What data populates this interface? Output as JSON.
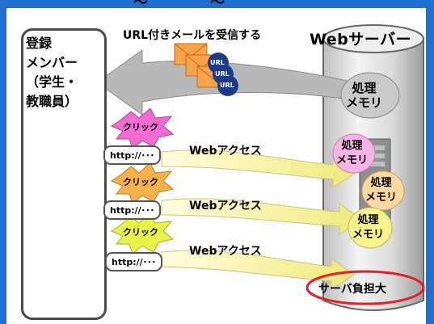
{
  "header_fragment": "～　　　　～",
  "member_label": "登録\nメンバー\n（学生・\n教職員）",
  "email_text": "URL付きメールを受信する",
  "server_title": "Webサーバー",
  "url_badges": [
    "URL",
    "URL",
    "URL"
  ],
  "clicks": [
    {
      "badge": "クリック",
      "url": "http://･･･",
      "action": "Webアクセス",
      "badge_color": "#f26bd2"
    },
    {
      "badge": "クリック",
      "url": "http://･･･",
      "action": "Webアクセス",
      "badge_color": "#f6b24a"
    },
    {
      "badge": "クリック",
      "url": "http://･･･",
      "action": "Webアクセス",
      "badge_color": "#e8f248"
    }
  ],
  "memories": [
    {
      "label": "処理\nメモリ",
      "color": "#c9c9c9"
    },
    {
      "label": "処理\nメモリ",
      "color": "#f7b3e6"
    },
    {
      "label": "処理\nメモリ",
      "color": "#fbd8a0"
    },
    {
      "label": "処理\nメモリ",
      "color": "#f7f28b"
    }
  ],
  "load_label": "サーバ負担大",
  "colors": {
    "frame": "#1f6fd0",
    "return_arrow": "#b8b8b8",
    "request_arrow": "#f7f2a0",
    "load_circle": "#e0202a"
  }
}
